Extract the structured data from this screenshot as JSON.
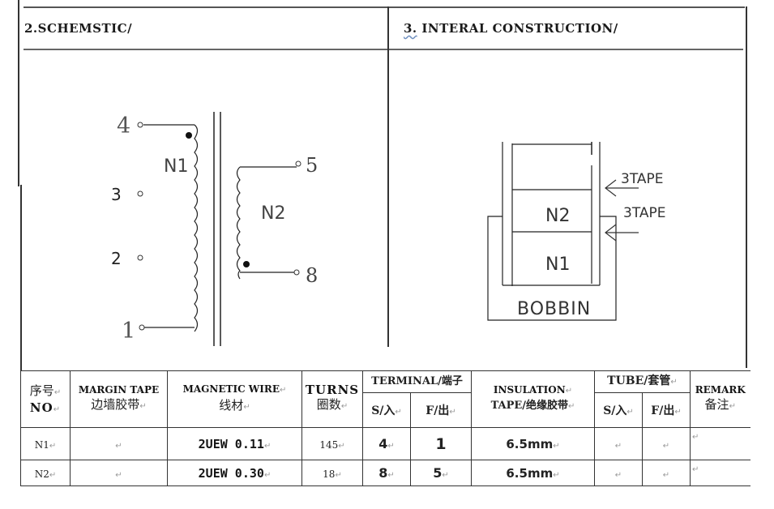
{
  "sections": {
    "schematic": {
      "number": "2.",
      "title": "SCHEMSTIC/"
    },
    "construction": {
      "number": "3.",
      "title": "INTERAL CONSTRUCTION/"
    }
  },
  "schematic": {
    "primary": {
      "label": "N1",
      "pins": [
        {
          "id": "4",
          "label": "4"
        },
        {
          "id": "3",
          "label": "3"
        },
        {
          "id": "2",
          "label": "2"
        },
        {
          "id": "1",
          "label": "1"
        }
      ],
      "dot_pin": "4"
    },
    "secondary": {
      "label": "N2",
      "pins": [
        {
          "id": "5",
          "label": "5"
        },
        {
          "id": "8",
          "label": "8"
        }
      ],
      "dot_pin": "8"
    }
  },
  "construction": {
    "layers": [
      {
        "label": "N2"
      },
      {
        "label": "N1"
      }
    ],
    "tapes": [
      {
        "label": "3TAPE"
      },
      {
        "label": "3TAPE"
      }
    ],
    "bobbin_label": "BOBBIN"
  },
  "table": {
    "headers": {
      "no": {
        "cn": "序号",
        "en": "NO"
      },
      "margin_tape": {
        "en": "MARGIN TAPE",
        "cn": "边墙胶带"
      },
      "magnetic_wire": {
        "en": "MAGNETIC WIRE",
        "cn": "线材"
      },
      "turns": {
        "en": "TURNS",
        "cn": "圈数"
      },
      "terminal": {
        "label": "TERMINAL/端子",
        "start": "S/入",
        "finish": "F/出"
      },
      "insulation": {
        "en": "INSULATION",
        "mix": "TAPE/绝缘胶带"
      },
      "tube": {
        "label": "TUBE/套管",
        "start": "S/入",
        "finish": "F/出"
      },
      "remark": {
        "en": "REMARK",
        "cn": "备注"
      }
    },
    "rows": [
      {
        "no": "N1",
        "margin_tape": "",
        "magnetic_wire": "2UEW 0.11",
        "turns": "145",
        "terminal_start": "4",
        "terminal_finish": "1",
        "insulation_tape": "6.5mm",
        "tube_start": "",
        "tube_finish": "",
        "remark": ""
      },
      {
        "no": "N2",
        "margin_tape": "",
        "magnetic_wire": "2UEW 0.30",
        "turns": "18",
        "terminal_start": "8",
        "terminal_finish": "5",
        "insulation_tape": "6.5mm",
        "tube_start": "",
        "tube_finish": "",
        "remark": ""
      }
    ]
  },
  "paragraph_mark": "↵"
}
